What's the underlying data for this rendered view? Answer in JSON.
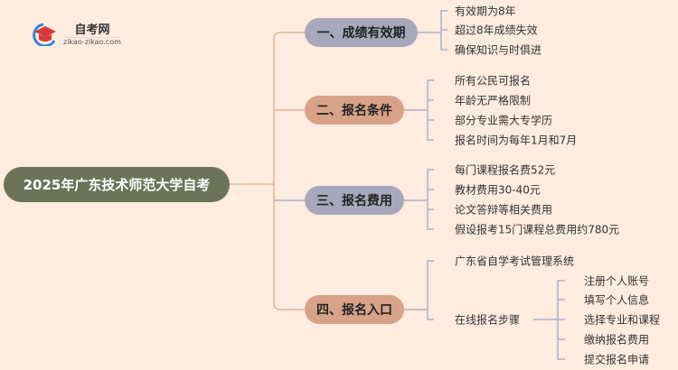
{
  "logo": {
    "title": "自考网",
    "url": "zikao-zikao.com"
  },
  "root": "2025年广东技术师范大学自考",
  "branches": [
    {
      "label": "一、成绩有效期",
      "color": "#a8a8bd",
      "items": [
        "有效期为8年",
        "超过8年成绩失效",
        "确保知识与时俱进"
      ]
    },
    {
      "label": "二、报名条件",
      "color": "#d8a288",
      "items": [
        "所有公民可报名",
        "年龄无严格限制",
        "部分专业需大专学历",
        "报名时间为每年1月和7月"
      ]
    },
    {
      "label": "三、报名费用",
      "color": "#a8a8bd",
      "items": [
        "每门课程报名费52元",
        "教材费用30-40元",
        "论文答辩等相关费用",
        "假设报考15门课程总费用约780元"
      ]
    },
    {
      "label": "四、报名入口",
      "color": "#d8a288",
      "items": [
        "广东省自学考试管理系统",
        "在线报名步骤"
      ],
      "steps": [
        "注册个人账号",
        "填写个人信息",
        "选择专业和课程",
        "缴纳报名费用",
        "提交报名申请"
      ]
    }
  ]
}
